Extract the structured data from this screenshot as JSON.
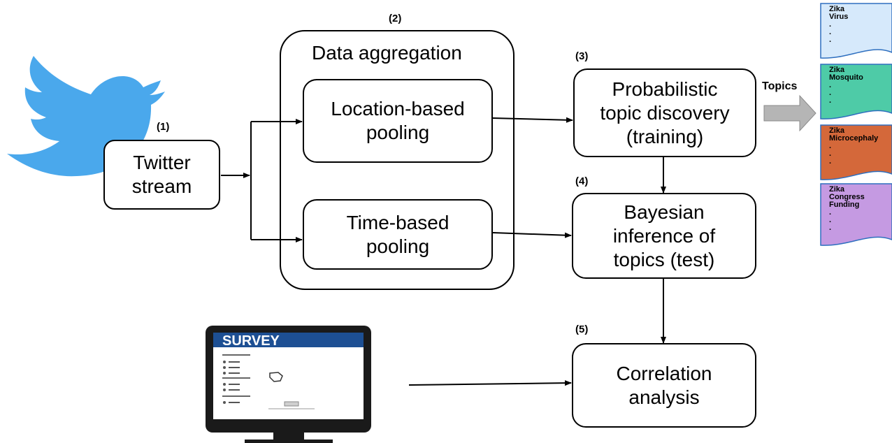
{
  "steps": {
    "s1": "(1)",
    "s2": "(2)",
    "s3": "(3)",
    "s4": "(4)",
    "s5": "(5)"
  },
  "boxes": {
    "twitter": [
      "Twitter",
      "stream"
    ],
    "location": [
      "Location-based",
      "pooling"
    ],
    "time": [
      "Time-based",
      "pooling"
    ],
    "probabilistic": [
      "Probabilistic",
      "topic discovery",
      "(training)"
    ],
    "bayesian": [
      "Bayesian",
      "inference of",
      "topics (test)"
    ],
    "correlation": [
      "Correlation",
      "analysis"
    ]
  },
  "aggregation_title": "Data aggregation",
  "topics_label": "Topics",
  "topic_docs": [
    {
      "lines": [
        "Zika",
        "Virus",
        ".",
        ".",
        "."
      ],
      "color": "#d6e9fb"
    },
    {
      "lines": [
        "Zika",
        "Mosquito",
        ".",
        ".",
        "."
      ],
      "color": "#4ecba7"
    },
    {
      "lines": [
        "Zika",
        "Microcephaly",
        ".",
        ".",
        "."
      ],
      "color": "#d4683a"
    },
    {
      "lines": [
        "Zika",
        "Congress",
        "Funding",
        ".",
        ".",
        "."
      ],
      "color": "#c59ae2"
    }
  ],
  "survey_label": "SURVEY",
  "colors": {
    "twitter_blue": "#4aa8ec",
    "survey_blue": "#1d4f93",
    "arrow_gray": "#b5b5b5"
  }
}
